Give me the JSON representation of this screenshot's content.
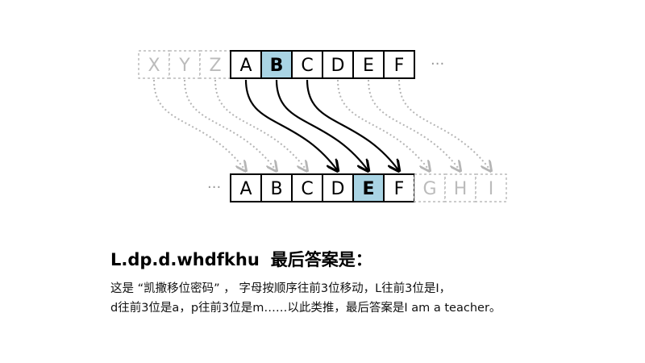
{
  "diagram": {
    "top_row": [
      {
        "letter": "X",
        "state": "faded"
      },
      {
        "letter": "Y",
        "state": "faded"
      },
      {
        "letter": "Z",
        "state": "faded"
      },
      {
        "letter": "A",
        "state": "normal"
      },
      {
        "letter": "B",
        "state": "highlight"
      },
      {
        "letter": "C",
        "state": "normal"
      },
      {
        "letter": "D",
        "state": "normal"
      },
      {
        "letter": "E",
        "state": "normal"
      },
      {
        "letter": "F",
        "state": "normal"
      }
    ],
    "bottom_row": [
      {
        "letter": "A",
        "state": "normal"
      },
      {
        "letter": "B",
        "state": "normal"
      },
      {
        "letter": "C",
        "state": "normal"
      },
      {
        "letter": "D",
        "state": "normal"
      },
      {
        "letter": "E",
        "state": "highlight"
      },
      {
        "letter": "F",
        "state": "normal"
      },
      {
        "letter": "G",
        "state": "faded"
      },
      {
        "letter": "H",
        "state": "faded"
      },
      {
        "letter": "I",
        "state": "faded"
      }
    ],
    "ellipsis": "···",
    "shift": 3,
    "colors": {
      "highlight": "#a9d4e4",
      "border": "#000000",
      "faded": "#bbbbbb",
      "solid_arrow": "#000000",
      "dotted_arrow": "#b5b5b5"
    }
  },
  "heading": {
    "cipher": "L.dp.d.whdfkhu",
    "label": "最后答案是："
  },
  "description": {
    "line1": "这是 “凯撒移位密码” ， 字母按顺序往前3位移动，L往前3位是I，",
    "line2": "d往前3位是a，p往前3位是m……以此类推，最后答案是I am a teacher。"
  }
}
